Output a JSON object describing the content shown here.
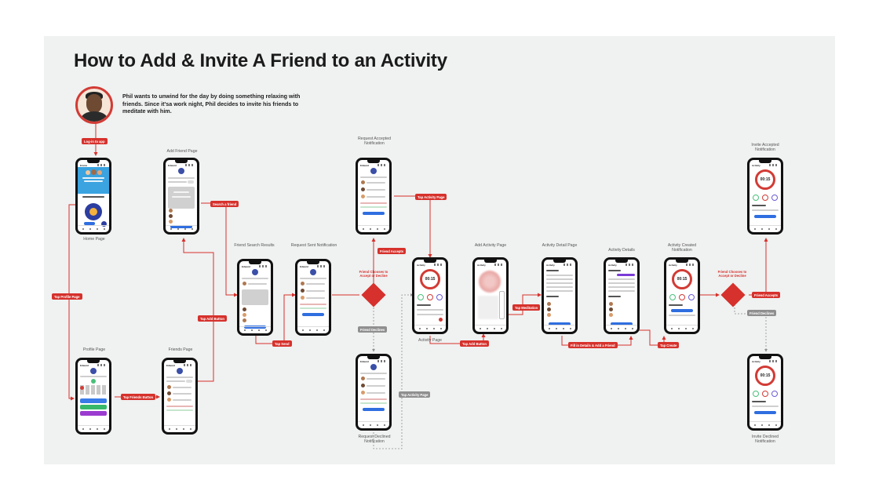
{
  "title": "How to Add & Invite A Friend to an Activity",
  "persona_story": "Phil wants to unwind for the day by doing something relaxing with friends. Since it'sa work night, Phil decides to invite his friends to meditate with him.",
  "screens": {
    "home": {
      "caption": "Home Page",
      "header": "Emote",
      "question": "How do you feel today?"
    },
    "add_friend": {
      "caption": "Add Friend Page",
      "header": "Edward"
    },
    "profile": {
      "caption": "Profile Page",
      "header": "Edward"
    },
    "friends": {
      "caption": "Friends Page",
      "header": "Edward"
    },
    "friend_search": {
      "caption": "Friend Search Results",
      "header": "Edward"
    },
    "request_sent": {
      "caption": "Request Sent Notification",
      "header": "Edward"
    },
    "request_accepted": {
      "caption": "Request Accepted Notification",
      "header": "Edward"
    },
    "request_declined": {
      "caption": "Request Declined Notification",
      "header": "Edward"
    },
    "activity": {
      "caption": "Activity Page",
      "header": "Activity",
      "timer": "00:15"
    },
    "add_activity": {
      "caption": "Add Activity Page",
      "header": "Activity"
    },
    "activity_detail": {
      "caption": "Activity Detail Page",
      "header": "Activity"
    },
    "activity_details": {
      "caption": "Activity Details",
      "header": "Activity"
    },
    "activity_created": {
      "caption": "Activity Created Notification",
      "header": "Activity",
      "timer": "00:15"
    },
    "invite_accepted": {
      "caption": "Invite Accepted Notification",
      "header": "Activity",
      "timer": "00:15"
    },
    "invite_declined": {
      "caption": "Invite Declined Notification",
      "header": "Activity",
      "timer": "00:15"
    }
  },
  "actions": {
    "login": "Log-in to app",
    "tap_profile": "Tap Profile Page",
    "tap_friends_button": "Tap Friends Button",
    "tap_add_button": "Tap Add Button",
    "search_friend": "Search a friend",
    "tap_send": "Tap Send",
    "friend_accepts_1": "Friend Accepts",
    "friend_declines_1": "Friend Declines",
    "tap_activity_page_1": "Tap Activity Page",
    "tap_activity_page_2": "Tap Activity Page",
    "tap_add_button_2": "Tap Add Button",
    "tap_meditation": "Tap Meditation",
    "fill_details": "Fill in Details & Add a Friend",
    "tap_create": "Tap Create",
    "friend_accepts_2": "Friend Accepts",
    "friend_declines_2": "Friend Declines"
  },
  "decisions": {
    "d1": "Friend Chooses to Accept or Decline",
    "d2": "Friend Chooses to Accept or Decline"
  },
  "colors": {
    "accent": "#d6312c",
    "neutral": "#8f8f8f",
    "board": "#f0f1f1"
  }
}
